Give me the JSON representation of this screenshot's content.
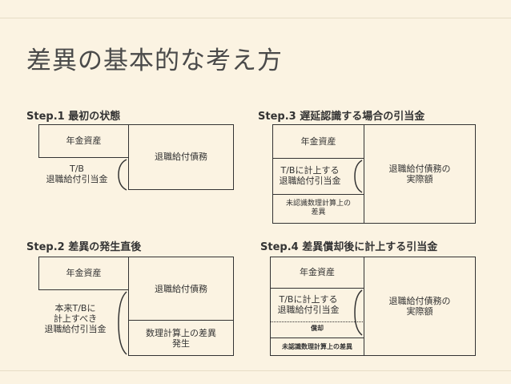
{
  "slide": {
    "title": "差異の基本的な考え方"
  },
  "step1": {
    "heading": "Step.1 最初の状態",
    "pension_assets": "年金資産",
    "obligation": "退職給付債務",
    "allowance": "T/B\n退職給付引当金"
  },
  "step2": {
    "heading": "Step.2 差異の発生直後",
    "pension_assets": "年金資産",
    "obligation": "退職給付債務",
    "difference": "数理計算上の差異\n発生",
    "allowance": "本来T/Bに\n計上すべき\n退職給付引当金"
  },
  "step3": {
    "heading": "Step.3 遅延認識する場合の引当金",
    "pension_assets": "年金資産",
    "allowance": "T/Bに計上する\n退職給付引当金",
    "unrecognized": "未認識数理計算上の\n差異",
    "obligation": "退職給付債務の\n実際額"
  },
  "step4": {
    "heading": "Step.4 差異償却後に計上する引当金",
    "pension_assets": "年金資産",
    "allowance": "T/Bに計上する\n退職給付引当金",
    "amortization": "償却",
    "unrecognized": "未認識数理計算上の差異",
    "obligation": "退職給付債務の\n実際額"
  }
}
